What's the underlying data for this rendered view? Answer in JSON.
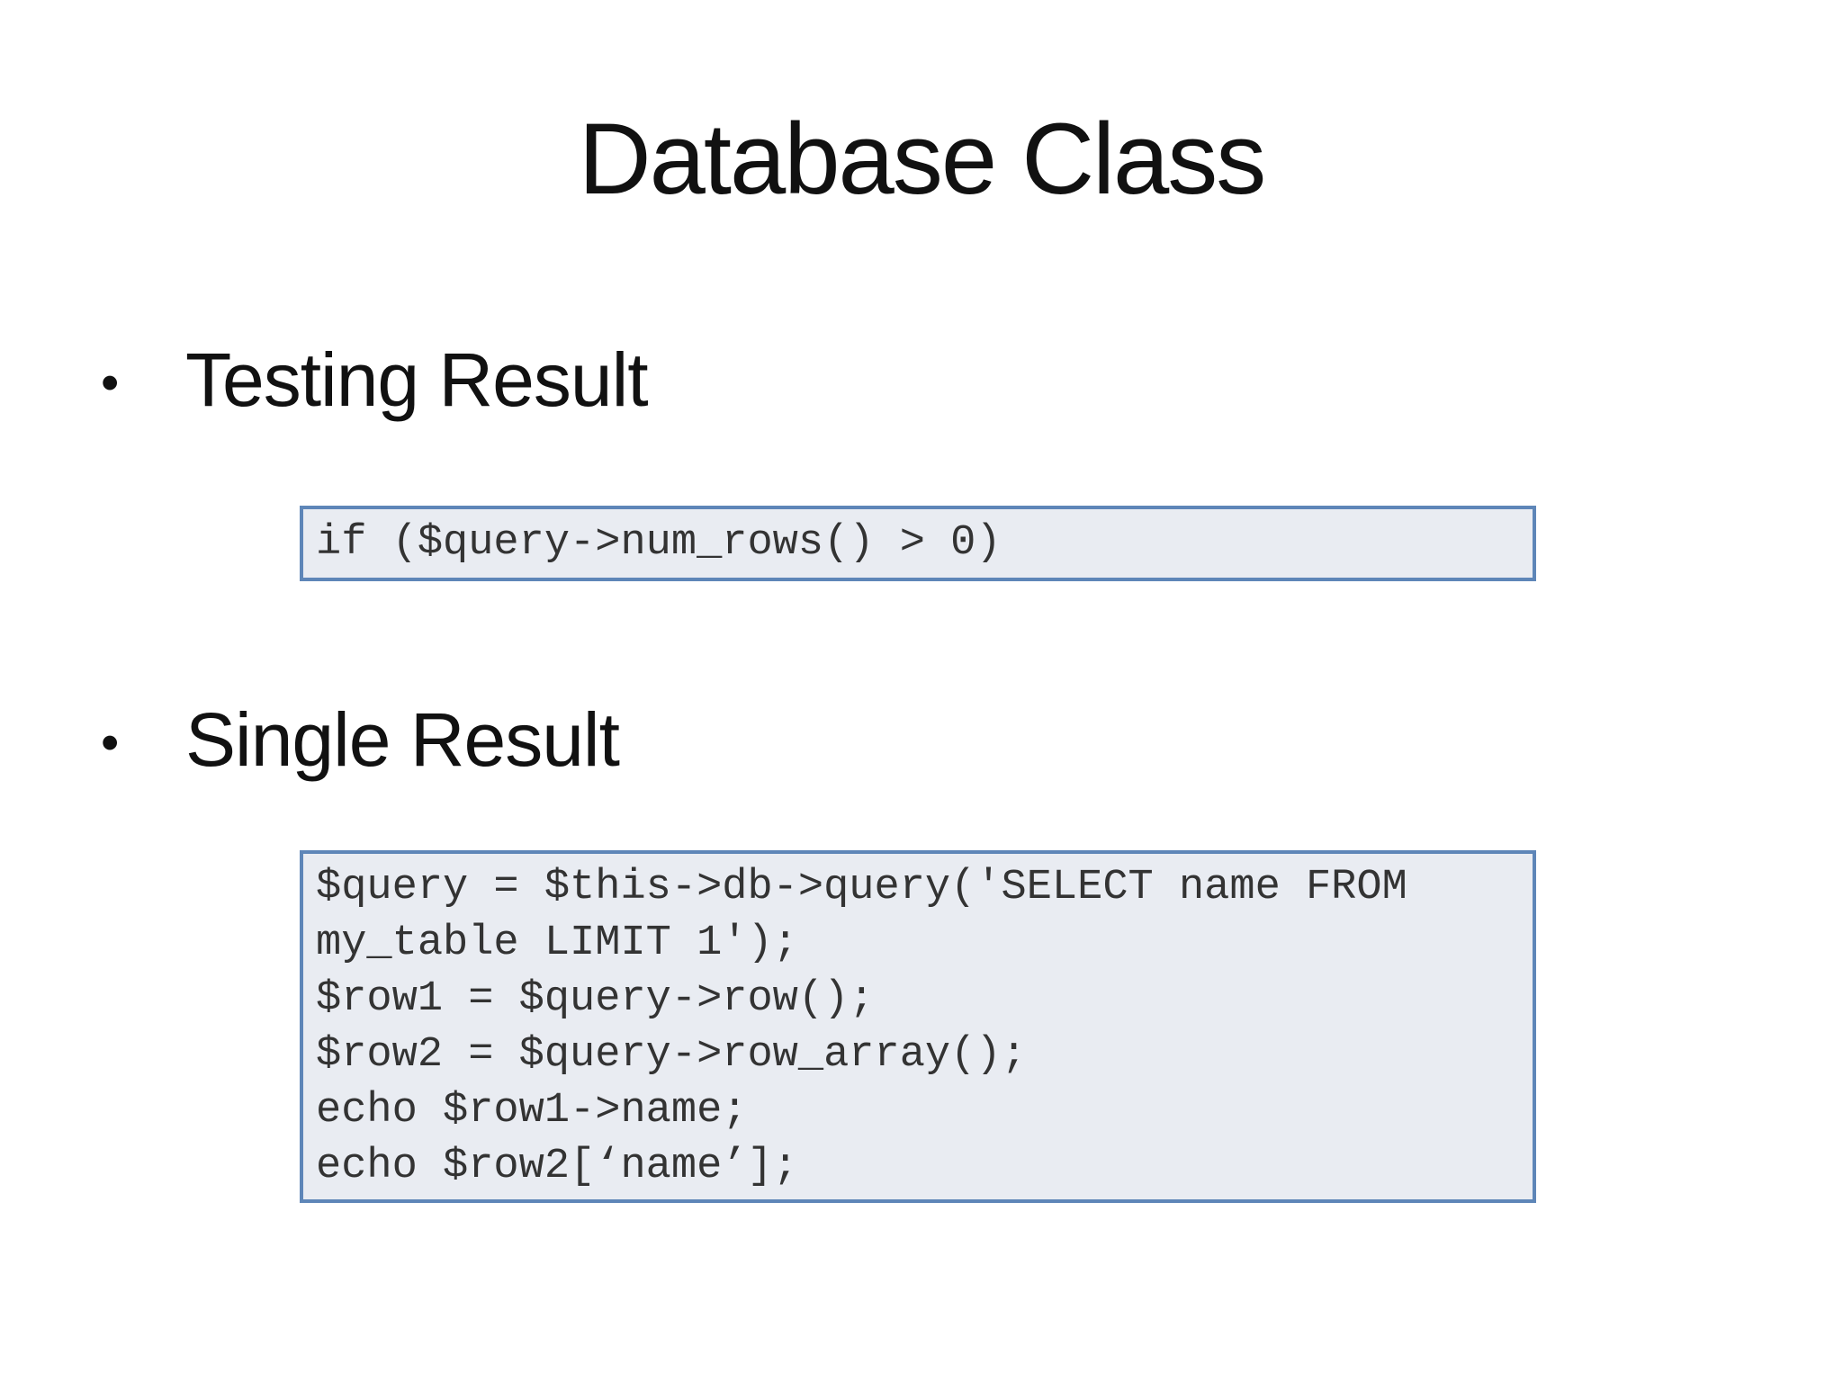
{
  "slide": {
    "title": "Database Class",
    "bullets": [
      {
        "marker": "•",
        "label": "Testing Result"
      },
      {
        "marker": "•",
        "label": "Single Result"
      }
    ],
    "code_boxes": [
      {
        "lines": [
          "if ($query->num_rows() > 0)"
        ]
      },
      {
        "lines": [
          "$query = $this->db->query('SELECT name FROM",
          "my_table LIMIT 1');",
          "$row1 = $query->row();",
          "$row2 = $query->row_array();",
          "echo $row1->name;",
          "echo $row2[‘name’];"
        ]
      }
    ],
    "colors": {
      "background": "#ffffff",
      "text": "#111111",
      "code_text": "#333333",
      "code_box_bg": "#e9ecf2",
      "code_box_border": "#5e86b8"
    }
  }
}
